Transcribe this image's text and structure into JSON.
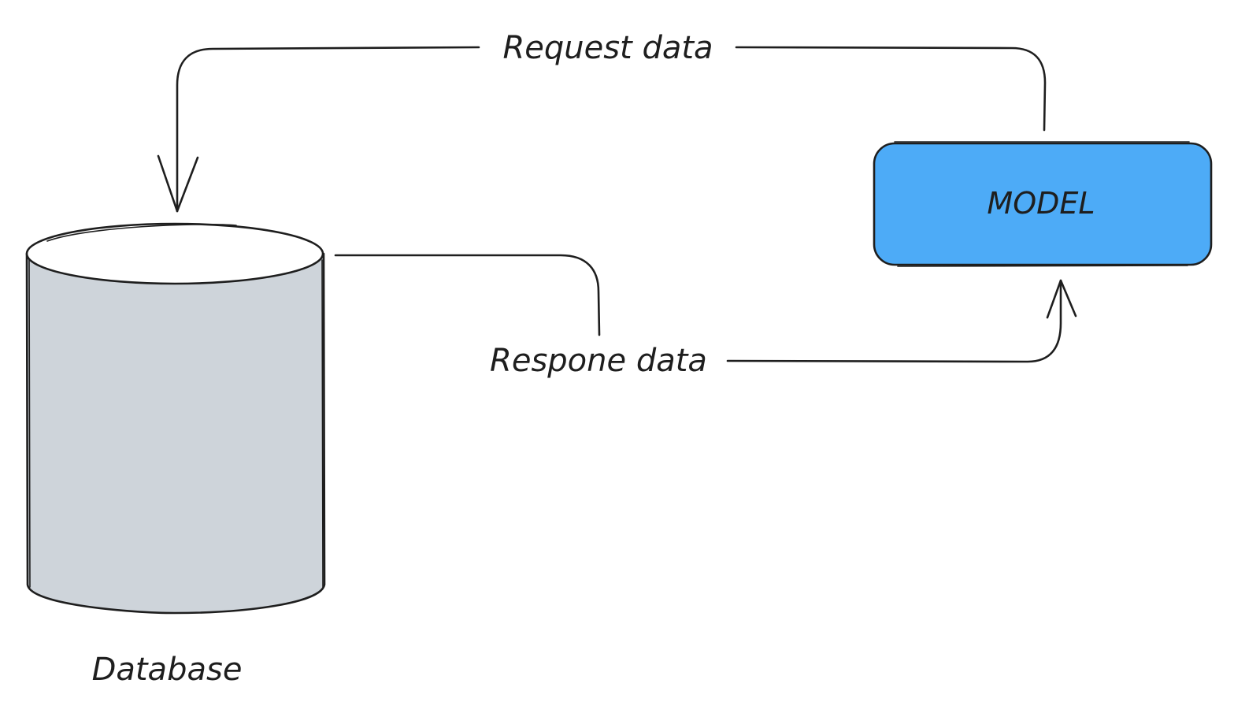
{
  "diagram": {
    "nodes": {
      "database": {
        "label": "Database",
        "fill": "#ced4da"
      },
      "model": {
        "label": "MODEL",
        "fill": "#4dabf7"
      }
    },
    "edges": {
      "request": {
        "label": "Request data",
        "from": "MODEL",
        "to": "Database"
      },
      "response": {
        "label": "Respone data",
        "from": "Database",
        "to": "MODEL"
      }
    },
    "colors": {
      "stroke": "#1e1e1e",
      "background": "#ffffff"
    }
  }
}
